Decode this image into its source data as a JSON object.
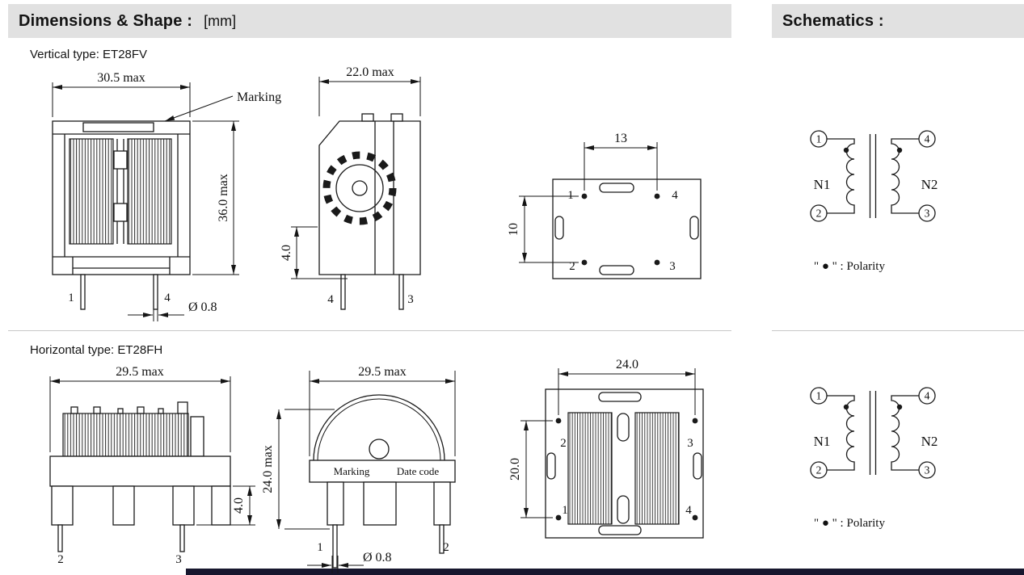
{
  "header": {
    "dimensions_title": "Dimensions & Shape :",
    "unit": "[mm]",
    "schematics_title": "Schematics :"
  },
  "vertical_type": {
    "label": "Vertical type: ET28FV",
    "front": {
      "width": "30.5 max",
      "height": "36.0 max",
      "marking": "Marking",
      "pin_left": "1",
      "pin_right": "4",
      "pin_diameter": "Ø 0.8"
    },
    "side": {
      "depth": "22.0 max",
      "standoff": "4.0",
      "pin_left": "4",
      "pin_right": "3"
    },
    "bottom": {
      "pin_pitch_x": "13",
      "pin_pitch_y": "10",
      "pin_tl": "1",
      "pin_tr": "4",
      "pin_bl": "2",
      "pin_br": "3"
    }
  },
  "horizontal_type": {
    "label": "Horizontal type: ET28FH",
    "front": {
      "width": "29.5 max",
      "standoff": "4.0",
      "pin_left": "2",
      "pin_right": "3"
    },
    "side": {
      "width": "29.5 max",
      "height": "24.0 max",
      "marking": "Marking",
      "date_code": "Date code",
      "pin_left": "1",
      "pin_right": "2",
      "pin_diameter": "Ø 0.8"
    },
    "bottom": {
      "pin_pitch_x": "24.0",
      "pin_pitch_y": "20.0",
      "pin_tl": "2",
      "pin_tr": "3",
      "pin_bl": "1",
      "pin_br": "4"
    }
  },
  "schematic": {
    "pin1": "1",
    "pin2": "2",
    "pin3": "3",
    "pin4": "4",
    "winding_left": "N1",
    "winding_right": "N2",
    "polarity_note": "\" ● \" : Polarity"
  }
}
